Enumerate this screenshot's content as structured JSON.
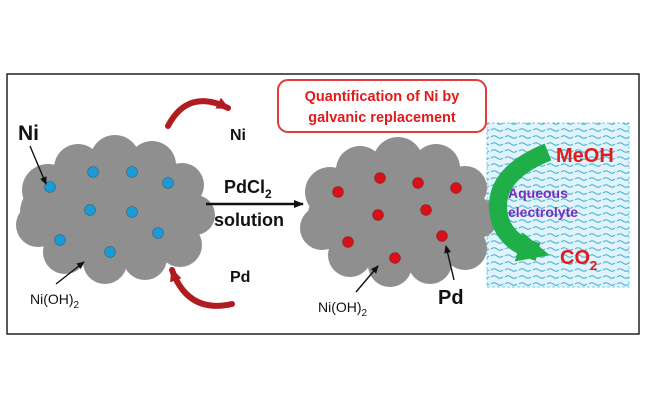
{
  "title_box": {
    "line1": "Quantification of Ni by",
    "line2": "galvanic replacement"
  },
  "labels": {
    "ni_left": "Ni",
    "ni_arrow_top": "Ni",
    "pd_arrow_bottom": "Pd",
    "pd_right": "Pd",
    "nioh_left_base": "Ni(OH)",
    "nioh_left_sub": "2",
    "nioh_right_base": "Ni(OH)",
    "nioh_right_sub": "2",
    "reagent_base": "PdCl",
    "reagent_sub": "2",
    "reagent_line2": "solution",
    "meoh": "MeOH",
    "electrolyte_line1": "Aqueous",
    "electrolyte_line2": "electrolyte",
    "co2_base": "CO",
    "co2_sub": "2"
  },
  "colors": {
    "cloud": "#8f8f8f",
    "ni_particle": "#1c9ad6",
    "pd_particle": "#d8101a",
    "curved_arrow": "#b01c20",
    "title_border": "#e23b3b",
    "title_text": "#e01b1b",
    "electrolyte_bg": "#dff4fb",
    "electrolyte_wave": "#39a9d2",
    "green_arrow": "#1fae48",
    "electrolyte_text": "#7c2bbf",
    "meoh_text": "#e51b1b",
    "co2_text": "#e51b1b"
  }
}
